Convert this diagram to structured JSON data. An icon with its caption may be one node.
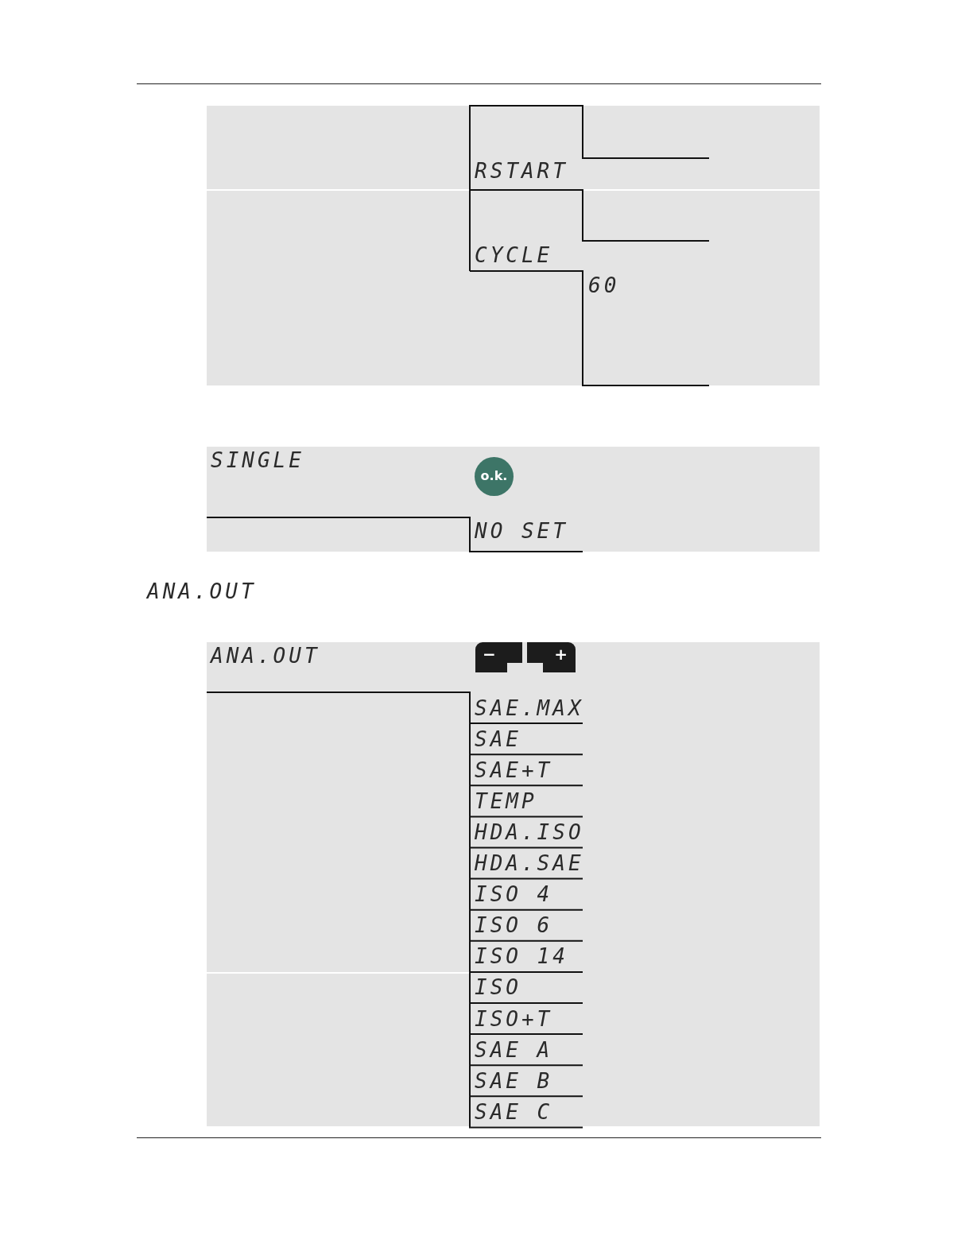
{
  "diagram": {
    "labels": [
      "RSTART",
      "CYCLE",
      "60",
      "SINGLE",
      "o.k.",
      "NO SET",
      "ANA.OUT",
      "ANA.OUT",
      "−",
      "+",
      "SAE.MAX",
      "SAE",
      "SAE+T",
      "TEMP",
      "HDA.ISO",
      "HDA.SAE",
      "ISO 4",
      "ISO 6",
      "ISO 14",
      "ISO",
      "ISO+T",
      "SAE A",
      "SAE B",
      "SAE C"
    ]
  }
}
